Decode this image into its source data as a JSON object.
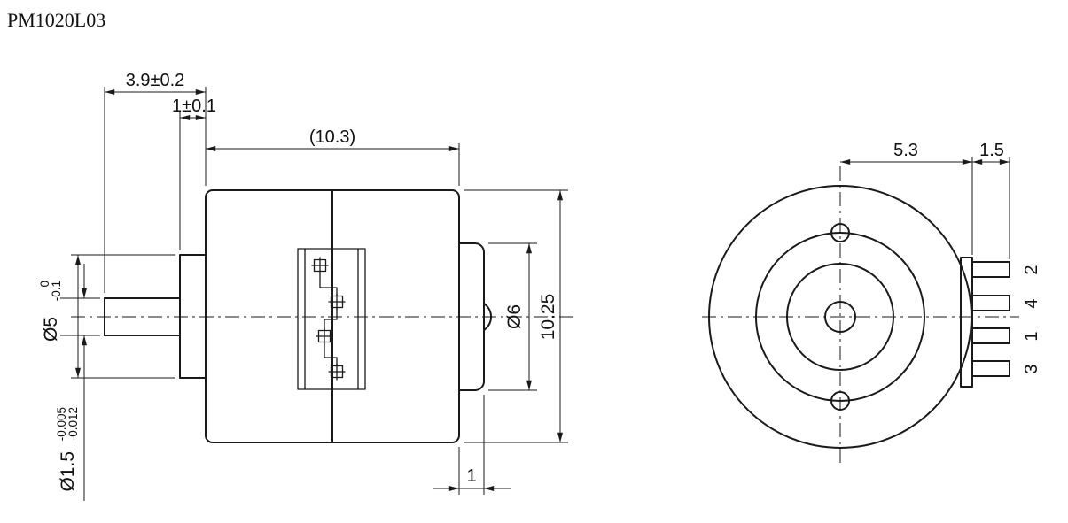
{
  "title": "PM1020L03",
  "side_view": {
    "dim_shaft_length": "3.9±0.2",
    "dim_boss_length": "1±0.1",
    "dim_body_length": "(10.3)",
    "dim_boss_dia": "Ø5",
    "dim_boss_dia_tol_upper": "0",
    "dim_boss_dia_tol_lower": "-0.1",
    "dim_shaft_dia": "Ø1.5",
    "dim_shaft_dia_tol_upper": "-0.005",
    "dim_shaft_dia_tol_lower": "-0.012",
    "dim_rear_boss_dia": "Ø6",
    "dim_body_dia": "10.25",
    "dim_rear_boss_length": "1"
  },
  "front_view": {
    "dim_pin_base_offset": "5.3",
    "dim_pin_length": "1.5",
    "pin_labels": [
      "2",
      "4",
      "1",
      "3"
    ]
  },
  "colors": {
    "line": "#1a1a1a",
    "background": "#ffffff"
  }
}
